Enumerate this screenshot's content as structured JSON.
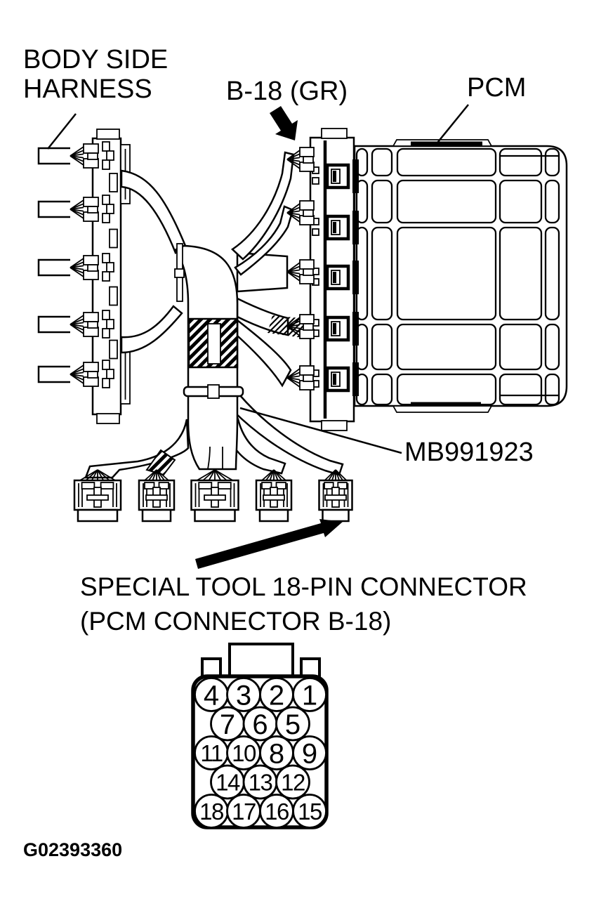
{
  "colors": {
    "ink": "#000000",
    "paper": "#ffffff"
  },
  "labels": {
    "body_side_harness": {
      "line1": "BODY SIDE",
      "line2": "HARNESS"
    },
    "connector_b18": "B-18 (GR)",
    "pcm": "PCM",
    "special_tool_part": "MB991923",
    "caption": {
      "line1": "SPECIAL TOOL 18-PIN CONNECTOR",
      "line2": "(PCM CONNECTOR B-18)"
    },
    "figure_id": "G02393360"
  },
  "pin_connector": {
    "rows": [
      [
        "4",
        "3",
        "2",
        "1"
      ],
      [
        "7",
        "6",
        "5"
      ],
      [
        "11",
        "10",
        "8",
        "9"
      ],
      [
        "14",
        "13",
        "12"
      ],
      [
        "18",
        "17",
        "16",
        "15"
      ]
    ]
  }
}
